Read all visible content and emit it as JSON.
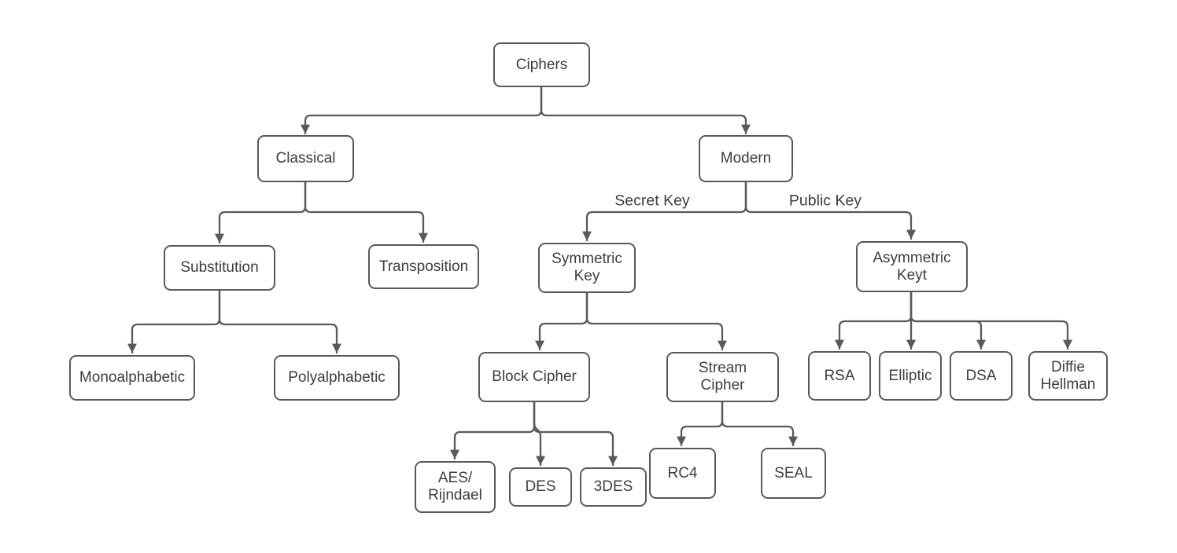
{
  "diagram": {
    "type": "tree-flowchart",
    "background_color": "#ffffff",
    "stroke_color": "#595959",
    "text_color": "#3d3d3d",
    "nodes": {
      "ciphers": {
        "label": "Ciphers"
      },
      "classical": {
        "label": "Classical"
      },
      "modern": {
        "label": "Modern"
      },
      "substitution": {
        "label": "Substitution"
      },
      "transposition": {
        "label": "Transposition"
      },
      "symmetric_key": {
        "label": "Symmetric\nKey"
      },
      "asymmetric_key": {
        "label": "Asymmetric\nKeyt"
      },
      "monoalphabetic": {
        "label": "Monoalphabetic"
      },
      "polyalphabetic": {
        "label": "Polyalphabetic"
      },
      "block_cipher": {
        "label": "Block Cipher"
      },
      "stream_cipher": {
        "label": "Stream\nCipher"
      },
      "rsa": {
        "label": "RSA"
      },
      "elliptic": {
        "label": "Elliptic"
      },
      "dsa": {
        "label": "DSA"
      },
      "diffie_hellman": {
        "label": "Diffie\nHellman"
      },
      "aes_rijndael": {
        "label": "AES/\nRijndael"
      },
      "des": {
        "label": "DES"
      },
      "triple_des": {
        "label": "3DES"
      },
      "rc4": {
        "label": "RC4"
      },
      "seal": {
        "label": "SEAL"
      }
    },
    "edge_labels": {
      "secret_key": "Secret Key",
      "public_key": "Public Key"
    },
    "edges": [
      {
        "from": "ciphers",
        "to": "classical",
        "label": ""
      },
      {
        "from": "ciphers",
        "to": "modern",
        "label": ""
      },
      {
        "from": "classical",
        "to": "substitution",
        "label": ""
      },
      {
        "from": "classical",
        "to": "transposition",
        "label": ""
      },
      {
        "from": "modern",
        "to": "symmetric_key",
        "label": "Secret Key"
      },
      {
        "from": "modern",
        "to": "asymmetric_key",
        "label": "Public Key"
      },
      {
        "from": "substitution",
        "to": "monoalphabetic",
        "label": ""
      },
      {
        "from": "substitution",
        "to": "polyalphabetic",
        "label": ""
      },
      {
        "from": "symmetric_key",
        "to": "block_cipher",
        "label": ""
      },
      {
        "from": "symmetric_key",
        "to": "stream_cipher",
        "label": ""
      },
      {
        "from": "asymmetric_key",
        "to": "rsa",
        "label": ""
      },
      {
        "from": "asymmetric_key",
        "to": "elliptic",
        "label": ""
      },
      {
        "from": "asymmetric_key",
        "to": "dsa",
        "label": ""
      },
      {
        "from": "asymmetric_key",
        "to": "diffie_hellman",
        "label": ""
      },
      {
        "from": "block_cipher",
        "to": "aes_rijndael",
        "label": ""
      },
      {
        "from": "block_cipher",
        "to": "des",
        "label": ""
      },
      {
        "from": "block_cipher",
        "to": "triple_des",
        "label": ""
      },
      {
        "from": "stream_cipher",
        "to": "rc4",
        "label": ""
      },
      {
        "from": "stream_cipher",
        "to": "seal",
        "label": ""
      }
    ]
  }
}
